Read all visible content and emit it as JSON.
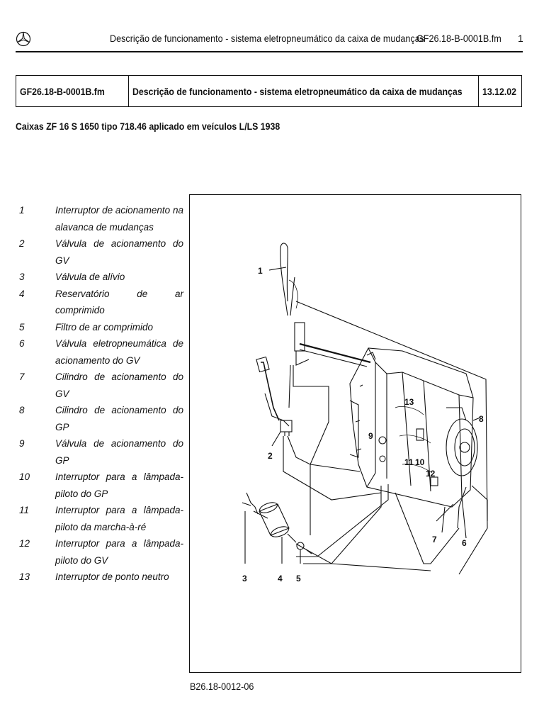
{
  "header": {
    "title": "Descrição de funcionamento - sistema eletropneumático da caixa de mudanças",
    "file": "GF26.18-B-0001B.fm",
    "page": "1",
    "logo_icon": "mercedes-star-icon"
  },
  "info_table": {
    "code": "GF26.18-B-0001B.fm",
    "title": "Descrição de funcionamento - sistema eletropneumático da caixa de mudanças",
    "date": "13.12.02"
  },
  "subtitle": "Caixas ZF 16 S 1650 tipo 718.46 aplicado em veículos L/LS 1938",
  "legend": [
    {
      "num": "1",
      "text": "Interruptor de acionamento na alavanca de mudanças"
    },
    {
      "num": "2",
      "text": "Válvula de acionamento do GV"
    },
    {
      "num": "3",
      "text": "Válvula de alívio"
    },
    {
      "num": "4",
      "text": "Reservatório de ar comprimido"
    },
    {
      "num": "5",
      "text": "Filtro de ar comprimido"
    },
    {
      "num": "6",
      "text": "Válvula eletropneumática de acionamento do GV"
    },
    {
      "num": "7",
      "text": "Cilindro de acionamento do GV"
    },
    {
      "num": "8",
      "text": "Cilindro de acionamento do GP"
    },
    {
      "num": "9",
      "text": "Válvula de acionamento do GP"
    },
    {
      "num": "10",
      "text": "Interruptor para a lâmpada-piloto do GP"
    },
    {
      "num": "11",
      "text": "Interruptor para a lâmpada-piloto da marcha-à-ré"
    },
    {
      "num": "12",
      "text": "Interruptor para a lâmpada-piloto do GV"
    },
    {
      "num": "13",
      "text": "Interruptor de ponto neutro"
    }
  ],
  "figure": {
    "callouts": {
      "c1": "1",
      "c2": "2",
      "c3": "3",
      "c4": "4",
      "c5": "5",
      "c6": "6",
      "c7": "7",
      "c8": "8",
      "c9": "9",
      "c10": "10",
      "c11": "11",
      "c12": "12",
      "c13": "13"
    },
    "code": "B26.18-0012-06"
  }
}
